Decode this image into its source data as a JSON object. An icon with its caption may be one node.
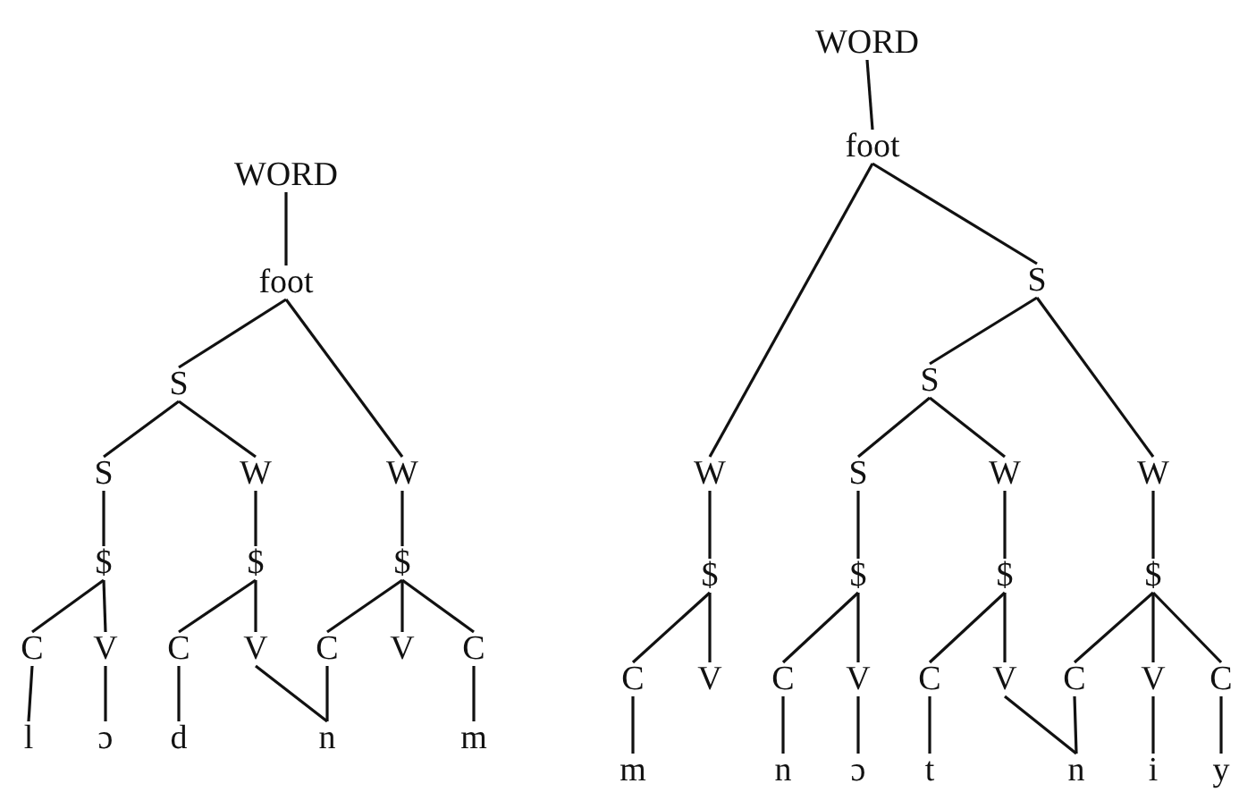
{
  "diagram": {
    "nodes": [
      {
        "text": [
          "WORD"
        ]
      },
      {
        "text": [
          "foot"
        ]
      },
      {
        "text": [
          "S"
        ]
      },
      {
        "text": [
          "S"
        ]
      },
      {
        "text": [
          "W"
        ]
      },
      {
        "text": [
          "W"
        ]
      },
      {
        "text": [
          "$"
        ]
      },
      {
        "text": [
          "$"
        ]
      },
      {
        "text": [
          "$"
        ]
      },
      {
        "text": [
          "C"
        ]
      },
      {
        "text": [
          "V"
        ]
      },
      {
        "text": [
          "C"
        ]
      },
      {
        "text": [
          "V"
        ]
      },
      {
        "text": [
          "C"
        ]
      },
      {
        "text": [
          "V"
        ]
      },
      {
        "text": [
          "C"
        ]
      },
      {
        "text": [
          "l"
        ]
      },
      {
        "text": [
          "ɔ"
        ]
      },
      {
        "text": [
          "d"
        ]
      },
      {
        "text": [
          "n"
        ]
      },
      {
        "text": [
          "m"
        ]
      },
      {
        "text": [
          "WORD"
        ]
      },
      {
        "text": [
          "foot"
        ]
      },
      {
        "text": [
          "S"
        ]
      },
      {
        "text": [
          "S"
        ]
      },
      {
        "text": [
          "W"
        ]
      },
      {
        "text": [
          "S"
        ]
      },
      {
        "text": [
          "W"
        ]
      },
      {
        "text": [
          "W"
        ]
      },
      {
        "text": [
          "$"
        ]
      },
      {
        "text": [
          "$"
        ]
      },
      {
        "text": [
          "$"
        ]
      },
      {
        "text": [
          "$"
        ]
      },
      {
        "text": [
          "C"
        ]
      },
      {
        "text": [
          "V"
        ]
      },
      {
        "text": [
          "C"
        ]
      },
      {
        "text": [
          "V"
        ]
      },
      {
        "text": [
          "C"
        ]
      },
      {
        "text": [
          "V"
        ]
      },
      {
        "text": [
          "C"
        ]
      },
      {
        "text": [
          "V"
        ]
      },
      {
        "text": [
          "C"
        ]
      },
      {
        "text": [
          "m"
        ]
      },
      {
        "text": [
          "n"
        ]
      },
      {
        "text": [
          "ɔ"
        ]
      },
      {
        "text": [
          "t"
        ]
      },
      {
        "text": [
          "n"
        ]
      },
      {
        "text": [
          "i"
        ]
      },
      {
        "text": [
          "y"
        ]
      }
    ],
    "edges": [
      {
        "from": 0,
        "to": 1,
        "arrow": "none"
      },
      {
        "from": 1,
        "to": 2,
        "arrow": "none"
      },
      {
        "from": 1,
        "to": 5,
        "arrow": "none"
      },
      {
        "from": 2,
        "to": 3,
        "arrow": "none"
      },
      {
        "from": 2,
        "to": 4,
        "arrow": "none"
      },
      {
        "from": 3,
        "to": 6,
        "arrow": "none"
      },
      {
        "from": 4,
        "to": 7,
        "arrow": "none"
      },
      {
        "from": 5,
        "to": 8,
        "arrow": "none"
      },
      {
        "from": 6,
        "to": 9,
        "arrow": "none"
      },
      {
        "from": 6,
        "to": 10,
        "arrow": "none"
      },
      {
        "from": 7,
        "to": 11,
        "arrow": "none"
      },
      {
        "from": 7,
        "to": 12,
        "arrow": "none"
      },
      {
        "from": 8,
        "to": 13,
        "arrow": "none"
      },
      {
        "from": 8,
        "to": 14,
        "arrow": "none"
      },
      {
        "from": 8,
        "to": 15,
        "arrow": "none"
      },
      {
        "from": 9,
        "to": 16,
        "arrow": "none"
      },
      {
        "from": 10,
        "to": 17,
        "arrow": "none"
      },
      {
        "from": 11,
        "to": 18,
        "arrow": "none"
      },
      {
        "from": 12,
        "to": 19,
        "arrow": "none"
      },
      {
        "from": 13,
        "to": 19,
        "arrow": "none"
      },
      {
        "from": 15,
        "to": 20,
        "arrow": "none"
      },
      {
        "from": 21,
        "to": 22,
        "arrow": "none"
      },
      {
        "from": 22,
        "to": 25,
        "arrow": "none"
      },
      {
        "from": 22,
        "to": 23,
        "arrow": "none"
      },
      {
        "from": 23,
        "to": 24,
        "arrow": "none"
      },
      {
        "from": 23,
        "to": 28,
        "arrow": "none"
      },
      {
        "from": 24,
        "to": 26,
        "arrow": "none"
      },
      {
        "from": 24,
        "to": 27,
        "arrow": "none"
      },
      {
        "from": 25,
        "to": 29,
        "arrow": "none"
      },
      {
        "from": 26,
        "to": 30,
        "arrow": "none"
      },
      {
        "from": 27,
        "to": 31,
        "arrow": "none"
      },
      {
        "from": 28,
        "to": 32,
        "arrow": "none"
      },
      {
        "from": 29,
        "to": 33,
        "arrow": "none"
      },
      {
        "from": 29,
        "to": 34,
        "arrow": "none"
      },
      {
        "from": 30,
        "to": 35,
        "arrow": "none"
      },
      {
        "from": 30,
        "to": 36,
        "arrow": "none"
      },
      {
        "from": 31,
        "to": 37,
        "arrow": "none"
      },
      {
        "from": 31,
        "to": 38,
        "arrow": "none"
      },
      {
        "from": 32,
        "to": 39,
        "arrow": "none"
      },
      {
        "from": 32,
        "to": 40,
        "arrow": "none"
      },
      {
        "from": 32,
        "to": 41,
        "arrow": "none"
      },
      {
        "from": 33,
        "to": 42,
        "arrow": "none"
      },
      {
        "from": 35,
        "to": 43,
        "arrow": "none"
      },
      {
        "from": 36,
        "to": 44,
        "arrow": "none"
      },
      {
        "from": 37,
        "to": 45,
        "arrow": "none"
      },
      {
        "from": 38,
        "to": 46,
        "arrow": "none"
      },
      {
        "from": 39,
        "to": 46,
        "arrow": "none"
      },
      {
        "from": 40,
        "to": 47,
        "arrow": "none"
      },
      {
        "from": 41,
        "to": 48,
        "arrow": "none"
      }
    ]
  }
}
